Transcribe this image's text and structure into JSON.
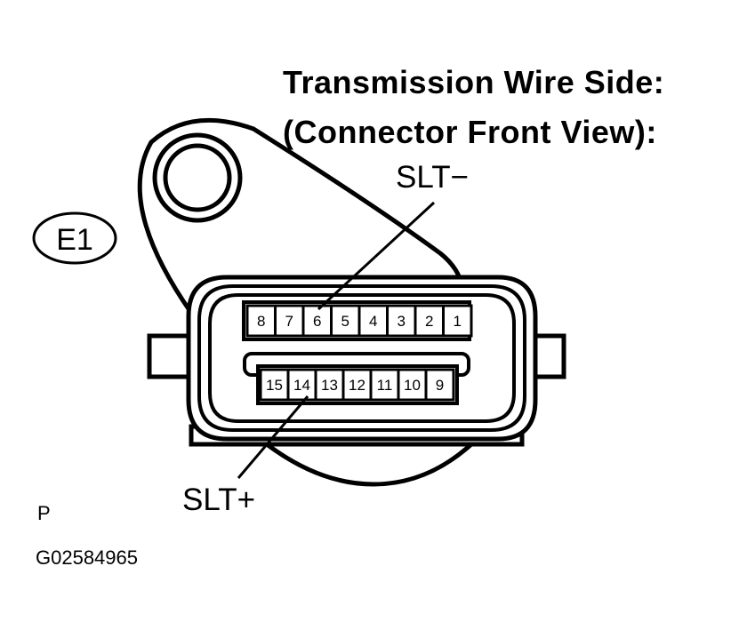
{
  "title_line1": "Transmission Wire Side:",
  "title_line2": "(Connector Front View):",
  "connector_id": "E1",
  "label_minus": "SLT−",
  "label_plus": "SLT+",
  "corner_code": "P",
  "figure_code": "G02584965",
  "top_row_pins": [
    "8",
    "7",
    "6",
    "5",
    "4",
    "3",
    "2",
    "1"
  ],
  "bottom_row_pins": [
    "15",
    "14",
    "13",
    "12",
    "11",
    "10",
    "9"
  ]
}
